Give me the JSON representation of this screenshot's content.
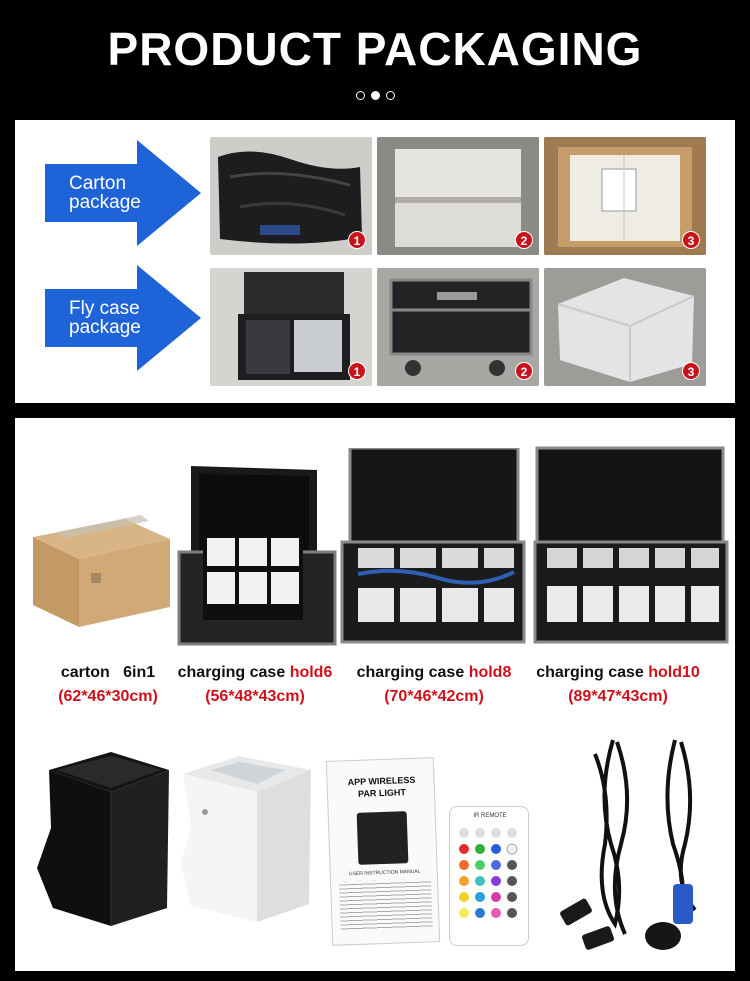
{
  "header": {
    "title": "PRODUCT PACKAGING"
  },
  "carousel": {
    "count": 3,
    "active_index": 1
  },
  "packaging_rows": [
    {
      "label_line1": "Carton",
      "label_line2": "package",
      "photos": [
        "1",
        "2",
        "3"
      ]
    },
    {
      "label_line1": "Fly case",
      "label_line2": "package",
      "photos": [
        "1",
        "2",
        "3"
      ]
    }
  ],
  "products": [
    {
      "name": "carton",
      "spec": "6in1",
      "dims": "(62*46*30cm)"
    },
    {
      "name": "charging case",
      "spec": "hold6",
      "dims": "(56*48*43cm)"
    },
    {
      "name": "charging case",
      "spec": "hold8",
      "dims": "(70*46*42cm)"
    },
    {
      "name": "charging case",
      "spec": "hold10",
      "dims": "(89*47*43cm)"
    }
  ],
  "manual": {
    "title_line1": "APP WIRELESS",
    "title_line2": "PAR LIGHT",
    "footer": "USER INSTRUCTION MANUAL"
  },
  "remote": {
    "label": "IR REMOTE"
  },
  "colors": {
    "accent_red": "#d0101a",
    "arrow_blue": "#1f63d8",
    "background": "#000000",
    "panel": "#ffffff"
  }
}
